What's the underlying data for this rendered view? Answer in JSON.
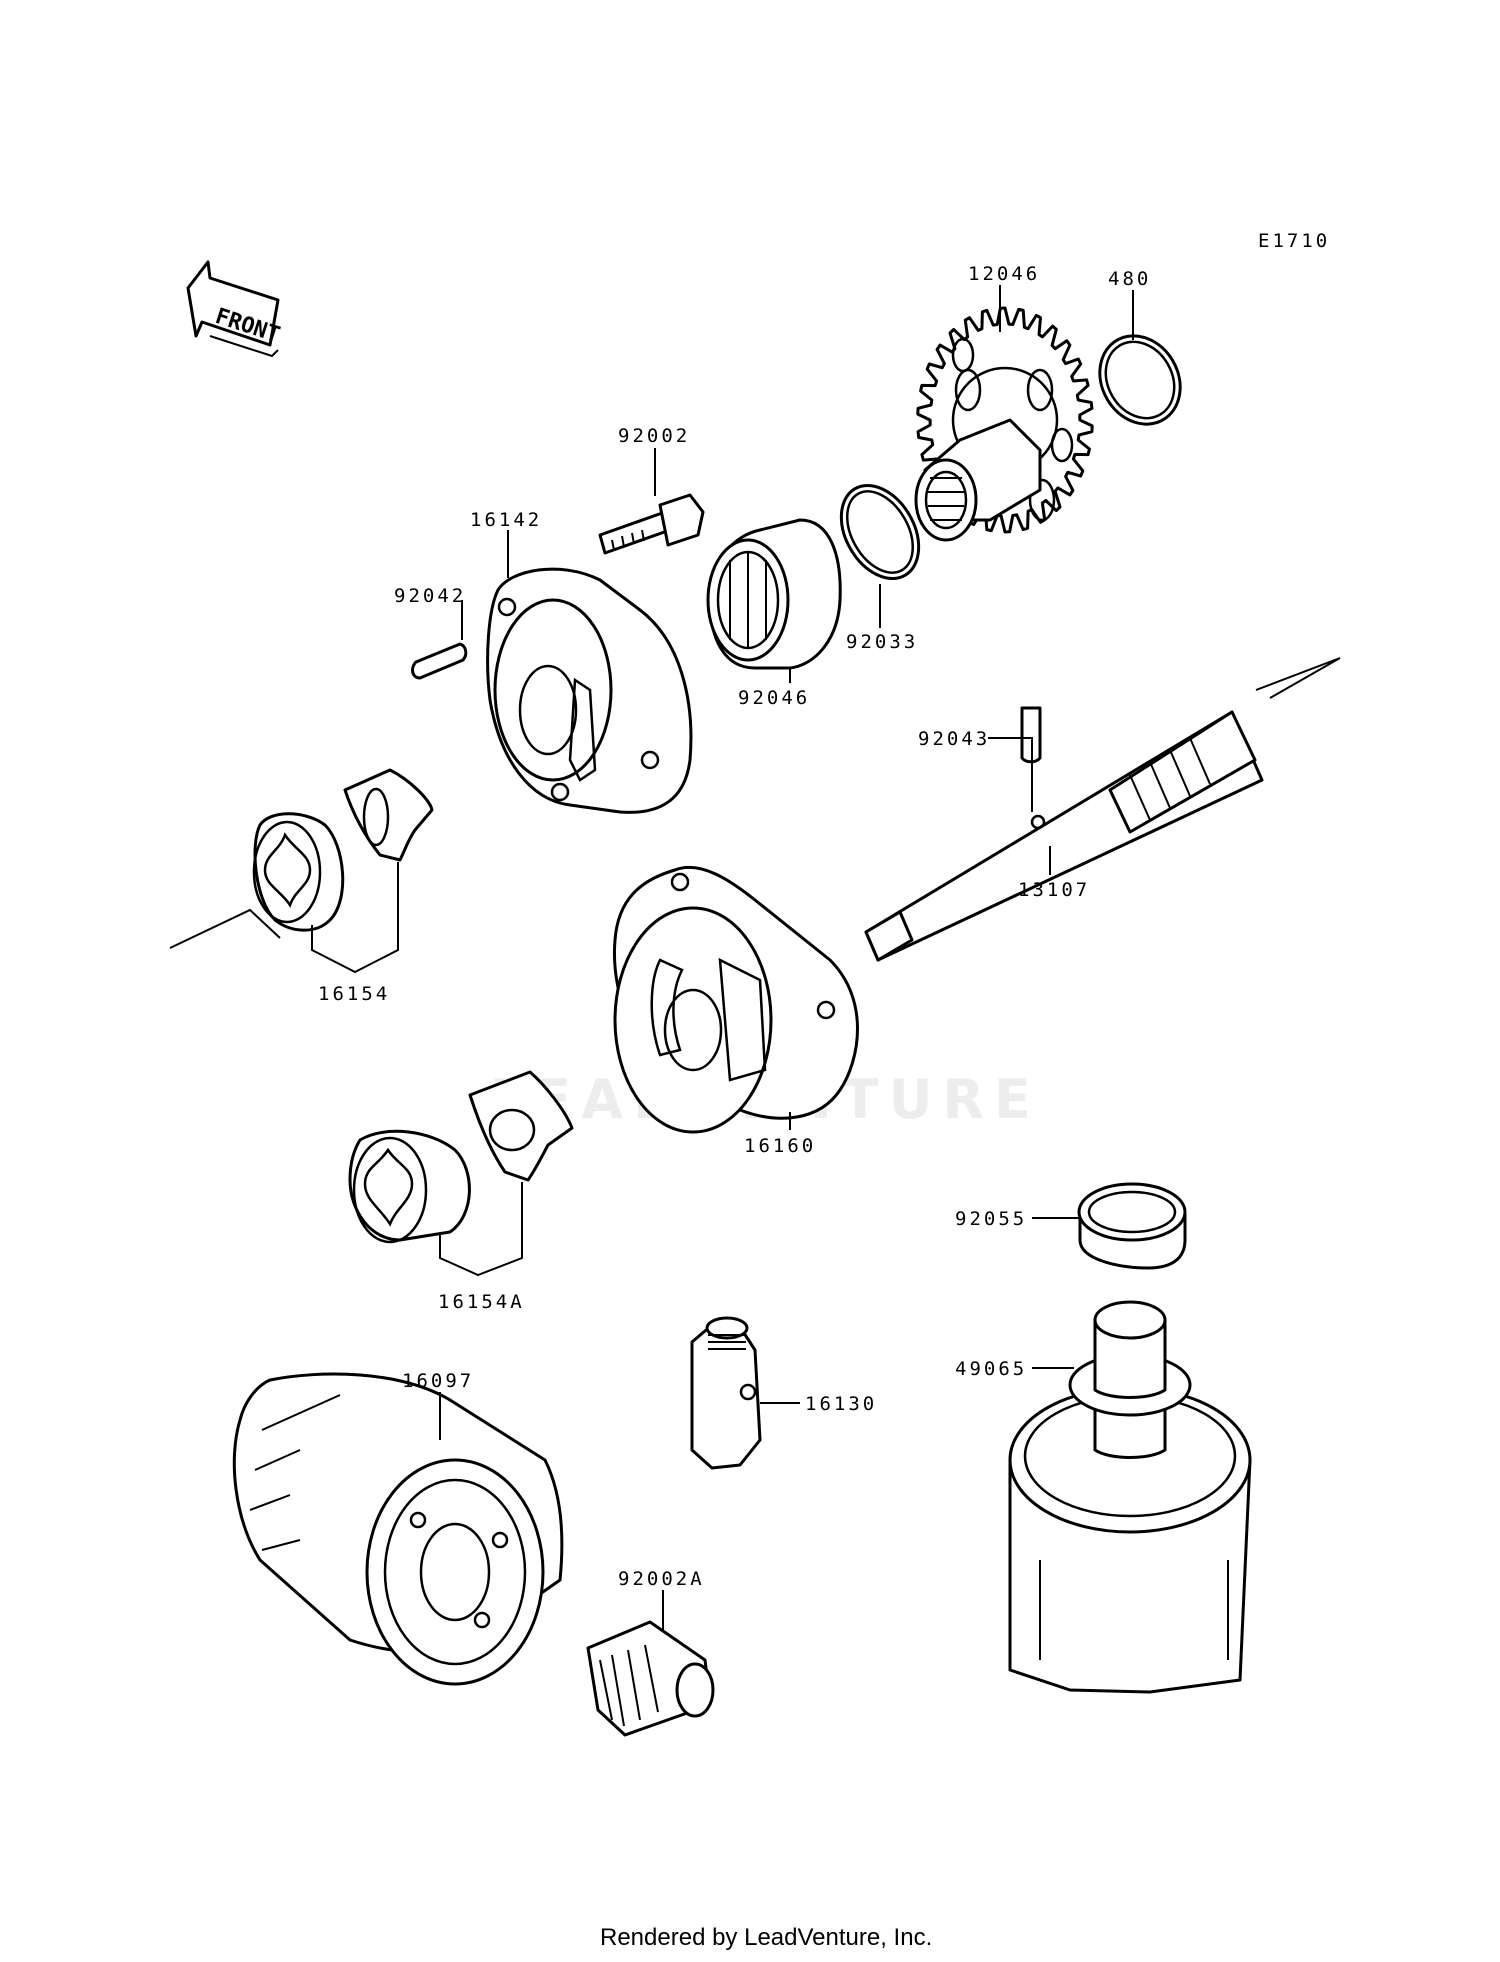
{
  "diagram_code": "E1710",
  "front_label": "FRONT",
  "watermark": "LEADVENTURE",
  "footer": "Rendered by LeadVenture, Inc.",
  "parts": {
    "p12046": "12046",
    "p480": "480",
    "p92002": "92002",
    "p16142": "16142",
    "p92042": "92042",
    "p92033": "92033",
    "p92046": "92046",
    "p92043": "92043",
    "p13107": "13107",
    "p16154": "16154",
    "p16160": "16160",
    "p16154A": "16154A",
    "p92055": "92055",
    "p49065": "49065",
    "p16097": "16097",
    "p16130": "16130",
    "p92002A": "92002A"
  }
}
